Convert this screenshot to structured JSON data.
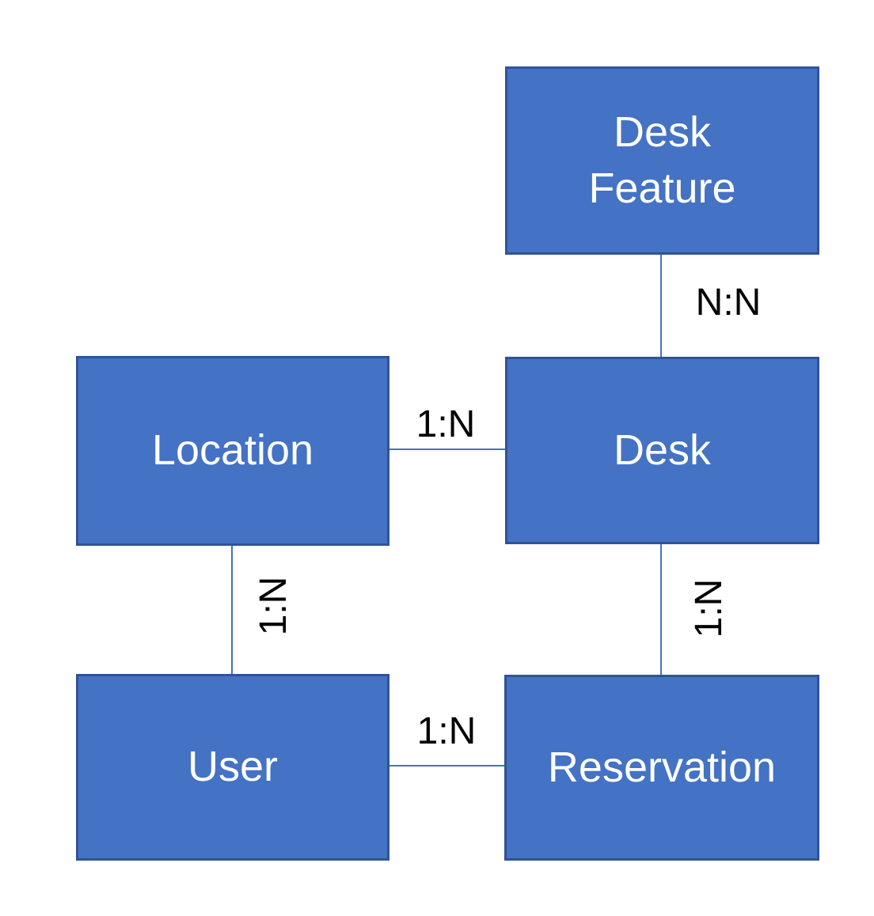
{
  "diagram": {
    "type": "entity-relationship",
    "colors": {
      "background": "#ffffff",
      "box_fill": "#4472c4",
      "box_border": "#2f5496",
      "connector": "#4472c4",
      "entity_text": "#ffffff",
      "relation_text": "#000000"
    },
    "entities": {
      "desk_feature": {
        "label": "Desk Feature"
      },
      "location": {
        "label": "Location"
      },
      "desk": {
        "label": "Desk"
      },
      "user": {
        "label": "User"
      },
      "reservation": {
        "label": "Reservation"
      }
    },
    "relations": {
      "desk_feature_desk": {
        "label": "N:N",
        "from": "Desk Feature",
        "to": "Desk"
      },
      "location_desk": {
        "label": "1:N",
        "from": "Location",
        "to": "Desk"
      },
      "location_user": {
        "label": "1:N",
        "from": "Location",
        "to": "User"
      },
      "desk_reservation": {
        "label": "1:N",
        "from": "Desk",
        "to": "Reservation"
      },
      "user_reservation": {
        "label": "1:N",
        "from": "User",
        "to": "Reservation"
      }
    }
  }
}
